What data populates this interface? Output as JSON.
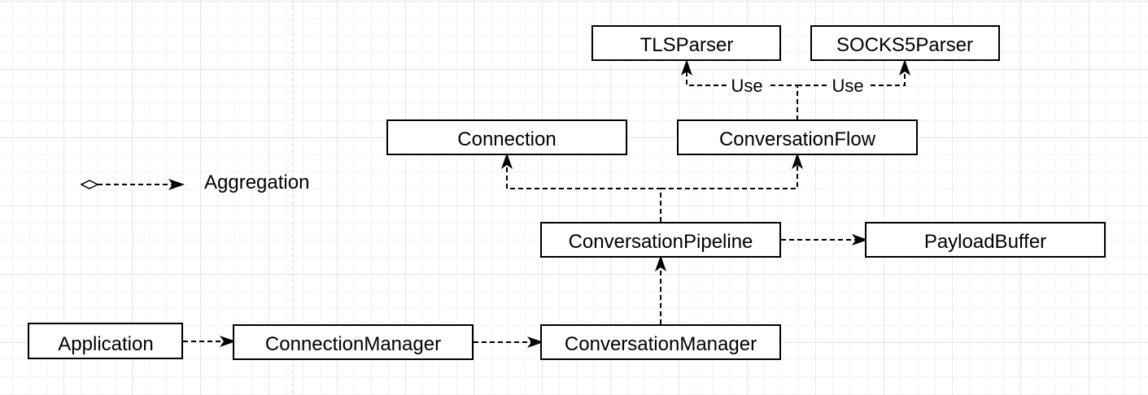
{
  "nodes": {
    "tlsparser": "TLSParser",
    "socks5parser": "SOCKS5Parser",
    "connection": "Connection",
    "conversationflow": "ConversationFlow",
    "conversationpipeline": "ConversationPipeline",
    "payloadbuffer": "PayloadBuffer",
    "application": "Application",
    "connectionmanager": "ConnectionManager",
    "conversationmanager": "ConversationManager"
  },
  "edge_labels": {
    "use_tls": "Use",
    "use_socks5": "Use"
  },
  "legend": {
    "aggregation": "Aggregation"
  },
  "colors": {
    "stroke": "#000000",
    "background": "#ffffff",
    "grid_major": "#e6e6e6",
    "grid_minor": "#f3f3f3"
  }
}
